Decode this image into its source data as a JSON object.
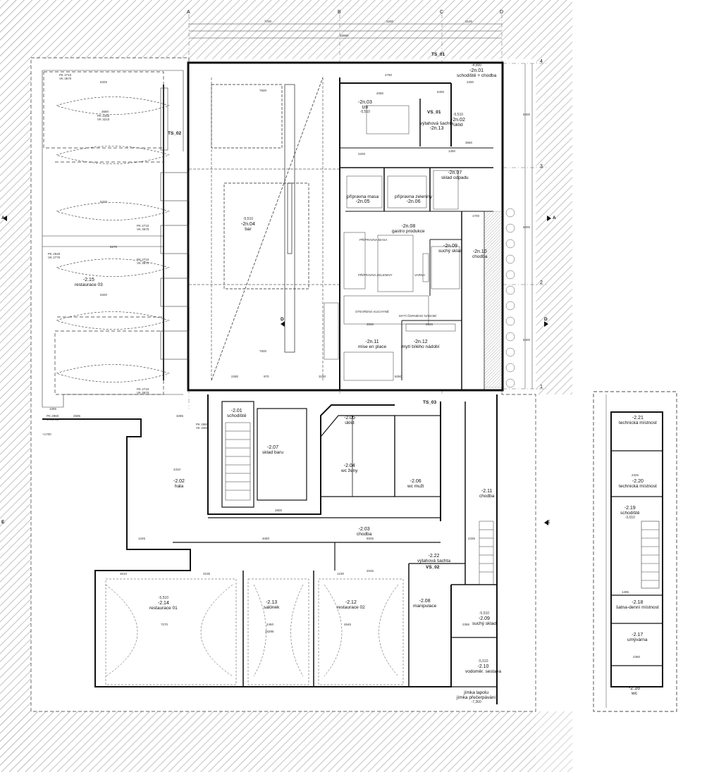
{
  "grid": {
    "columns": [
      "A",
      "B",
      "C",
      "D"
    ],
    "rows": [
      "4",
      "3",
      "2",
      "1"
    ],
    "top_dims": [
      "7700",
      "15960",
      "3200",
      "3100"
    ],
    "right_dims": [
      "6400",
      "5000",
      "5400"
    ]
  },
  "sections": {
    "a_left": "A",
    "a_right": "A",
    "d_left": "D",
    "d_right": "D",
    "e_left": "E",
    "e_right": "E"
  },
  "tags": {
    "ts01": "TS_01",
    "ts02": "TS_02",
    "ts03": "TS_03",
    "vs01": "VS_01",
    "vs02": "VS_02"
  },
  "rooms": [
    {
      "key": "r2n01",
      "code": "-2n.01",
      "name": "schodiště + chodba",
      "elev": "-4,800"
    },
    {
      "key": "r2n02",
      "code": "-2n.02",
      "name": "úklid",
      "elev": "-5,510"
    },
    {
      "key": "r2n03",
      "code": "-2n.03",
      "name": "tzb",
      "elev": "-5,510"
    },
    {
      "key": "r2n13",
      "code": "-2n.13",
      "name": "výtahová šachta",
      "elev": ""
    },
    {
      "key": "r2n04",
      "code": "-2n.04",
      "name": "bar",
      "elev": "-5,510"
    },
    {
      "key": "r2n05",
      "code": "-2n.05",
      "name": "přípravna masa",
      "elev": ""
    },
    {
      "key": "r2n06",
      "code": "-2n.06",
      "name": "přípravna zeleniny",
      "elev": ""
    },
    {
      "key": "r2n07",
      "code": "-2n.07",
      "name": "sklad odpadu",
      "elev": ""
    },
    {
      "key": "r2n08",
      "code": "-2n.08",
      "name": "gastro produkce",
      "elev": ""
    },
    {
      "key": "r2n09",
      "code": "-2n.09",
      "name": "suchý sklad",
      "elev": ""
    },
    {
      "key": "r2n10",
      "code": "-2n.10",
      "name": "chodba",
      "elev": ""
    },
    {
      "key": "r2n11",
      "code": "-2n.11",
      "name": "mise en place",
      "elev": ""
    },
    {
      "key": "r2n12",
      "code": "-2n.12",
      "name": "mytí bílého nádobí",
      "elev": ""
    },
    {
      "key": "r215",
      "code": "-2.15",
      "name": "restaurace 03",
      "elev": ""
    },
    {
      "key": "r201",
      "code": "-2.01",
      "name": "schodiště",
      "elev": ""
    },
    {
      "key": "r207",
      "code": "-2.07",
      "name": "sklad baru",
      "elev": ""
    },
    {
      "key": "r205",
      "code": "-2.05",
      "name": "úklid",
      "elev": ""
    },
    {
      "key": "r204",
      "code": "-2.04",
      "name": "wc ženy",
      "elev": ""
    },
    {
      "key": "r206",
      "code": "-2.06",
      "name": "wc muži",
      "elev": ""
    },
    {
      "key": "r202",
      "code": "-2.02",
      "name": "hala",
      "elev": ""
    },
    {
      "key": "r211",
      "code": "-2.11",
      "name": "chodba",
      "elev": ""
    },
    {
      "key": "r203",
      "code": "-2.03",
      "name": "chodba",
      "elev": ""
    },
    {
      "key": "r222",
      "code": "-2.22",
      "name": "výtahová šachta",
      "elev": ""
    },
    {
      "key": "r214",
      "code": "-2.14",
      "name": "restaurace 01",
      "elev": "-5,510"
    },
    {
      "key": "r213",
      "code": "-2.13",
      "name": "salónek",
      "elev": ""
    },
    {
      "key": "r212",
      "code": "-2.12",
      "name": "restaurace 02",
      "elev": ""
    },
    {
      "key": "r208",
      "code": "-2.08",
      "name": "manipulace",
      "elev": ""
    },
    {
      "key": "r209",
      "code": "-2.09",
      "name": "suchý sklad",
      "elev": "-5,510"
    },
    {
      "key": "r210",
      "code": "-2.10",
      "name": "vodoměr. sestava",
      "elev": "-5,510"
    },
    {
      "key": "r221",
      "code": "-2.21",
      "name": "technická místnost",
      "elev": ""
    },
    {
      "key": "r220",
      "code": "-2.20",
      "name": "technická místnost",
      "elev": ""
    },
    {
      "key": "r219",
      "code": "-2.19",
      "name": "schodiště",
      "elev": "-3,010"
    },
    {
      "key": "r218",
      "code": "-2.18",
      "name": "šatna-denní místnost",
      "elev": ""
    },
    {
      "key": "r217",
      "code": "-2.17",
      "name": "umývárna",
      "elev": ""
    },
    {
      "key": "r216",
      "code": "-2.16",
      "name": "wc",
      "elev": ""
    }
  ],
  "notes": {
    "jimka": "jímka lapolu",
    "jimka2": "jímka přečerpávání",
    "jimka_elev": "-7,360",
    "ts03_elev": "+1700",
    "kitchen_labels": [
      "PŘÍPRAVNA MASA",
      "PŘÍPRAVNA ZELENINY",
      "VARNA",
      "OTEVŘENÁ KUCHYNĚ",
      "MYTÍ ČERNÉHO NÁDOBÍ"
    ]
  },
  "pk_labels": [
    {
      "key": "pk1",
      "l1": "PK 2710",
      "l2": "VK 3670"
    },
    {
      "key": "pk2",
      "l1": "PK 2450",
      "l2": "VK 3210"
    },
    {
      "key": "pk3",
      "l1": "PK 2710",
      "l2": "VK 3670"
    },
    {
      "key": "pk4",
      "l1": "PK 2540",
      "l2": "VK 2770"
    },
    {
      "key": "pk5",
      "l1": "PK 2710",
      "l2": "VK 3670"
    },
    {
      "key": "pk6",
      "l1": "PK 2710",
      "l2": "VK 3670"
    },
    {
      "key": "pk7",
      "l1": "PK 2960",
      "l2": "VK 2730"
    },
    {
      "key": "pk8",
      "l1": "PK 2880",
      "l2": "VK 3460"
    }
  ],
  "dims": {
    "d6325": "6325",
    "d3680": "3680",
    "d6320a": "6320",
    "d5270": "5270",
    "d6320b": "6320",
    "d7500a": "7500",
    "d7500b": "7500",
    "d4790": "4790",
    "d4050": "4050",
    "d2250": "2250",
    "d2200": "2200",
    "d3650": "3650",
    "d2280": "2280",
    "d970": "970",
    "d3190": "3190",
    "d6050": "6050",
    "d3000": "3000",
    "d2925": "2925",
    "d4310": "4310",
    "d3285": "3285",
    "d2595": "2595",
    "d1065": "1065",
    "d6025": "6025",
    "d4060": "4060",
    "d3105": "3105",
    "d3010": "3010",
    "d7270": "7270",
    "d2450": "2450",
    "d15285": "15285",
    "d4545": "4545",
    "d2046": "2046",
    "d2800": "2800",
    "d1226": "1226",
    "d2335": "2335",
    "d2365": "2365",
    "d2325": "2325",
    "d1495": "1495",
    "d2360": "2360",
    "d1350": "1350",
    "d5400": "5400",
    "d1700": "1700",
    "d1230": "1230"
  }
}
